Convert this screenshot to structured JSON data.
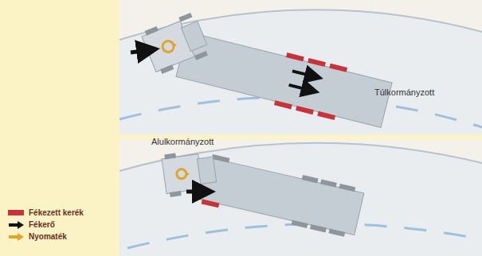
{
  "diagram": {
    "labels": [
      "Túlkormányzott",
      "Alulkormányzott"
    ],
    "legend": [
      {
        "text": "Fékezett kerék",
        "color": "#c8323a"
      },
      {
        "text": "Fékerő"
      },
      {
        "text": "Nyomaték"
      }
    ]
  }
}
